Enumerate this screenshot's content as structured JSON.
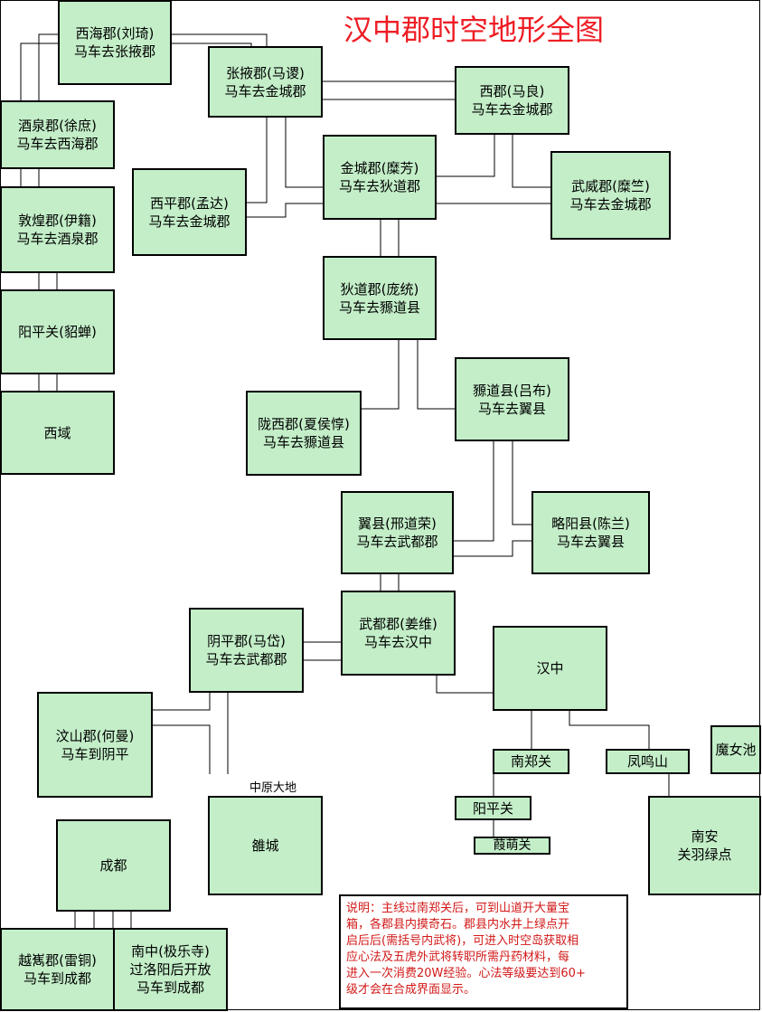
{
  "title": "汉中郡时空地形全图",
  "nodes": {
    "xihai": {
      "name": "西海郡(刘琦)",
      "route": "马车去张掖郡"
    },
    "zhangye": {
      "name": "张掖郡(马谡)",
      "route": "马车去金城郡"
    },
    "xijun": {
      "name": "西郡(马良)",
      "route": "马车去金城郡"
    },
    "jiuquan": {
      "name": "酒泉郡(徐庶)",
      "route": "马车去西海郡"
    },
    "jincheng": {
      "name": "金城郡(糜芳)",
      "route": "马车去狄道郡"
    },
    "xiping": {
      "name": "西平郡(孟达)",
      "route": "马车去金城郡"
    },
    "wuwei": {
      "name": "武威郡(糜竺)",
      "route": "马车去金城郡"
    },
    "dunhuang": {
      "name": "敦煌郡(伊籍)",
      "route": "马车去酒泉郡"
    },
    "didao": {
      "name": "狄道郡(庞统)",
      "route": "马车去豲道县"
    },
    "yangpingguan_top": {
      "name": "阳平关(貂蝉)"
    },
    "huandao": {
      "name": "豲道县(吕布)",
      "route": "马车去翼县"
    },
    "xiyu": {
      "name": "西域"
    },
    "longxi": {
      "name": "陇西郡(夏侯惇)",
      "route": "马车去豲道县"
    },
    "yixian": {
      "name": "翼县(邢道荣)",
      "route": "马车去武都郡"
    },
    "lueyang": {
      "name": "略阳县(陈兰)",
      "route": "马车去翼县"
    },
    "yinping": {
      "name": "阴平郡(马岱)",
      "route": "马车去武都郡"
    },
    "wudu": {
      "name": "武都郡(姜维)",
      "route": "马车去汉中"
    },
    "hanzhong": {
      "name": "汉中"
    },
    "wenshan": {
      "name": "汶山郡(何曼)",
      "route": "马车到阴平"
    },
    "monvchi": {
      "name": "魔女池"
    },
    "nanzhengguan": {
      "name": "南郑关"
    },
    "fengmingshan": {
      "name": "凤鸣山"
    },
    "luocheng": {
      "name": "雒城"
    },
    "yangpingguan": {
      "name": "阳平关"
    },
    "nanan": {
      "name": "南安",
      "route": "关羽绿点"
    },
    "jiamengguan": {
      "name": "葭萌关"
    },
    "chengdu": {
      "name": "成都"
    },
    "yuexi": {
      "name": "越嶲郡(雷铜)",
      "route": "马车到成都"
    },
    "nanzhong": {
      "name": "南中(极乐寺)",
      "route": "过洛阳后开放",
      "route2": "马车到成都"
    }
  },
  "labels": {
    "zhongyuan": "中原大地"
  },
  "note": {
    "lines": [
      "说明：主线过南郑关后，可到山道开大量宝",
      "箱，各郡县内摸奇石。郡县内水井上绿点开",
      "启后后(需括号内武将)，可进入时空岛获取相",
      "应心法及五虎外武将转职所需丹药材料，每",
      "进入一次消费20W经验。心法等级要达到60+",
      "级才会在合成界面显示。"
    ]
  }
}
